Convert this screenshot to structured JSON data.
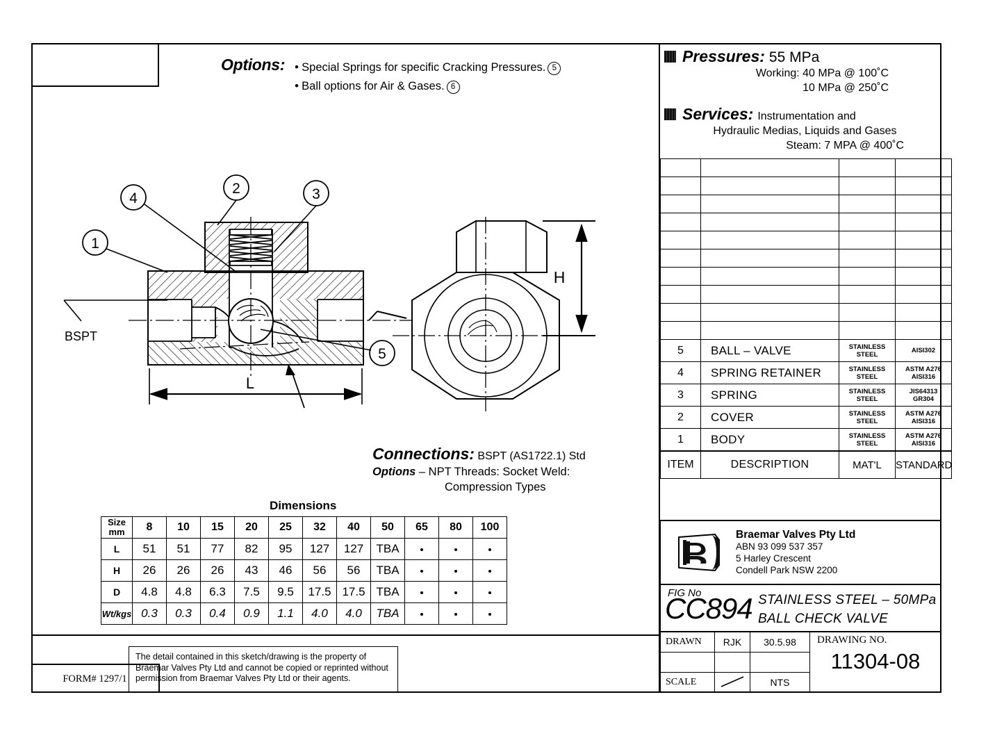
{
  "options": {
    "heading": "Options:",
    "items": [
      {
        "text": "Special Springs for specific Cracking Pressures.",
        "ref": "5"
      },
      {
        "text": "Ball options for Air & Gases.",
        "ref": "6"
      }
    ]
  },
  "specs": {
    "pressures_label": "Pressures:",
    "pressures_value": "55 MPa",
    "pressures_line2": "Working: 40 MPa @ 100˚C",
    "pressures_line3": "10 MPa @ 250˚C",
    "services_label": "Services:",
    "services_value": "Instrumentation and",
    "services_line2": "Hydraulic Medias, Liquids and Gases",
    "services_line3": "Steam: 7 MPA @ 400˚C"
  },
  "parts_table": {
    "blank_row_count": 10,
    "rows": [
      {
        "item": "5",
        "description": "BALL – VALVE",
        "material": "STAINLESS\nSTEEL",
        "standard": "AISI302"
      },
      {
        "item": "4",
        "description": "SPRING RETAINER",
        "material": "STAINLESS\nSTEEL",
        "standard": "ASTM A276\nAISI316"
      },
      {
        "item": "3",
        "description": "SPRING",
        "material": "STAINLESS\nSTEEL",
        "standard": "JIS64313\nGR304"
      },
      {
        "item": "2",
        "description": "COVER",
        "material": "STAINLESS\nSTEEL",
        "standard": "ASTM A276\nAISI316"
      },
      {
        "item": "1",
        "description": "BODY",
        "material": "STAINLESS\nSTEEL",
        "standard": "ASTM A276\nAISI316"
      }
    ],
    "headers": {
      "item": "ITEM",
      "description": "DESCRIPTION",
      "material": "MAT'L",
      "standard": "STANDARD"
    }
  },
  "company": {
    "name": "Braemar Valves Pty Ltd",
    "abn": "ABN 93 099 537 357",
    "street": "5 Harley Crescent",
    "suburb": "Condell Park  NSW  2200"
  },
  "fig": {
    "fig_no_label": "FIG No",
    "fig_no": "CC894",
    "desc_line1": "STAINLESS STEEL – 50MPa",
    "desc_line2": "BALL CHECK VALVE"
  },
  "titleblock": {
    "drawn_label": "DRAWN",
    "drawn_by": "RJK",
    "drawn_date": "30.5.98",
    "scale_label": "SCALE",
    "scale_value": "NTS",
    "drawing_no_label": "DRAWING NO.",
    "drawing_no": "11304-08"
  },
  "connections": {
    "heading": "Connections:",
    "value": "BSPT (AS1722.1) Std",
    "options_word": "Options",
    "options_text": "– NPT Threads: Socket Weld:",
    "options_line2": "Compression Types"
  },
  "dimensions": {
    "title": "Dimensions",
    "size_header": "Size\nmm",
    "sizes": [
      "8",
      "10",
      "15",
      "20",
      "25",
      "32",
      "40",
      "50",
      "65",
      "80",
      "100"
    ],
    "rows": [
      {
        "label": "L",
        "values": [
          "51",
          "51",
          "77",
          "82",
          "95",
          "127",
          "127",
          "TBA",
          "•",
          "•",
          "•"
        ]
      },
      {
        "label": "H",
        "values": [
          "26",
          "26",
          "26",
          "43",
          "46",
          "56",
          "56",
          "TBA",
          "•",
          "•",
          "•"
        ]
      },
      {
        "label": "D",
        "values": [
          "4.8",
          "4.8",
          "6.3",
          "7.5",
          "9.5",
          "17.5",
          "17.5",
          "TBA",
          "•",
          "•",
          "•"
        ]
      },
      {
        "label": "Wt/kgs",
        "values": [
          "0.3",
          "0.3",
          "0.4",
          "0.9",
          "1.1",
          "4.0",
          "4.0",
          "TBA",
          "•",
          "•",
          "•"
        ]
      }
    ]
  },
  "drawing": {
    "balloons": [
      "1",
      "2",
      "3",
      "4",
      "5"
    ],
    "thread_label": "BSPT",
    "dim_l": "L",
    "dim_h": "H"
  },
  "footer": {
    "form_no": "FORM# 1297/1",
    "notice_line1": "The detail contained in this sketch/drawing is the property of",
    "notice_line2": "Braemar Valves Pty Ltd and cannot be copied or reprinted without",
    "notice_line3": "permission from Braemar Valves Pty Ltd or their agents."
  }
}
